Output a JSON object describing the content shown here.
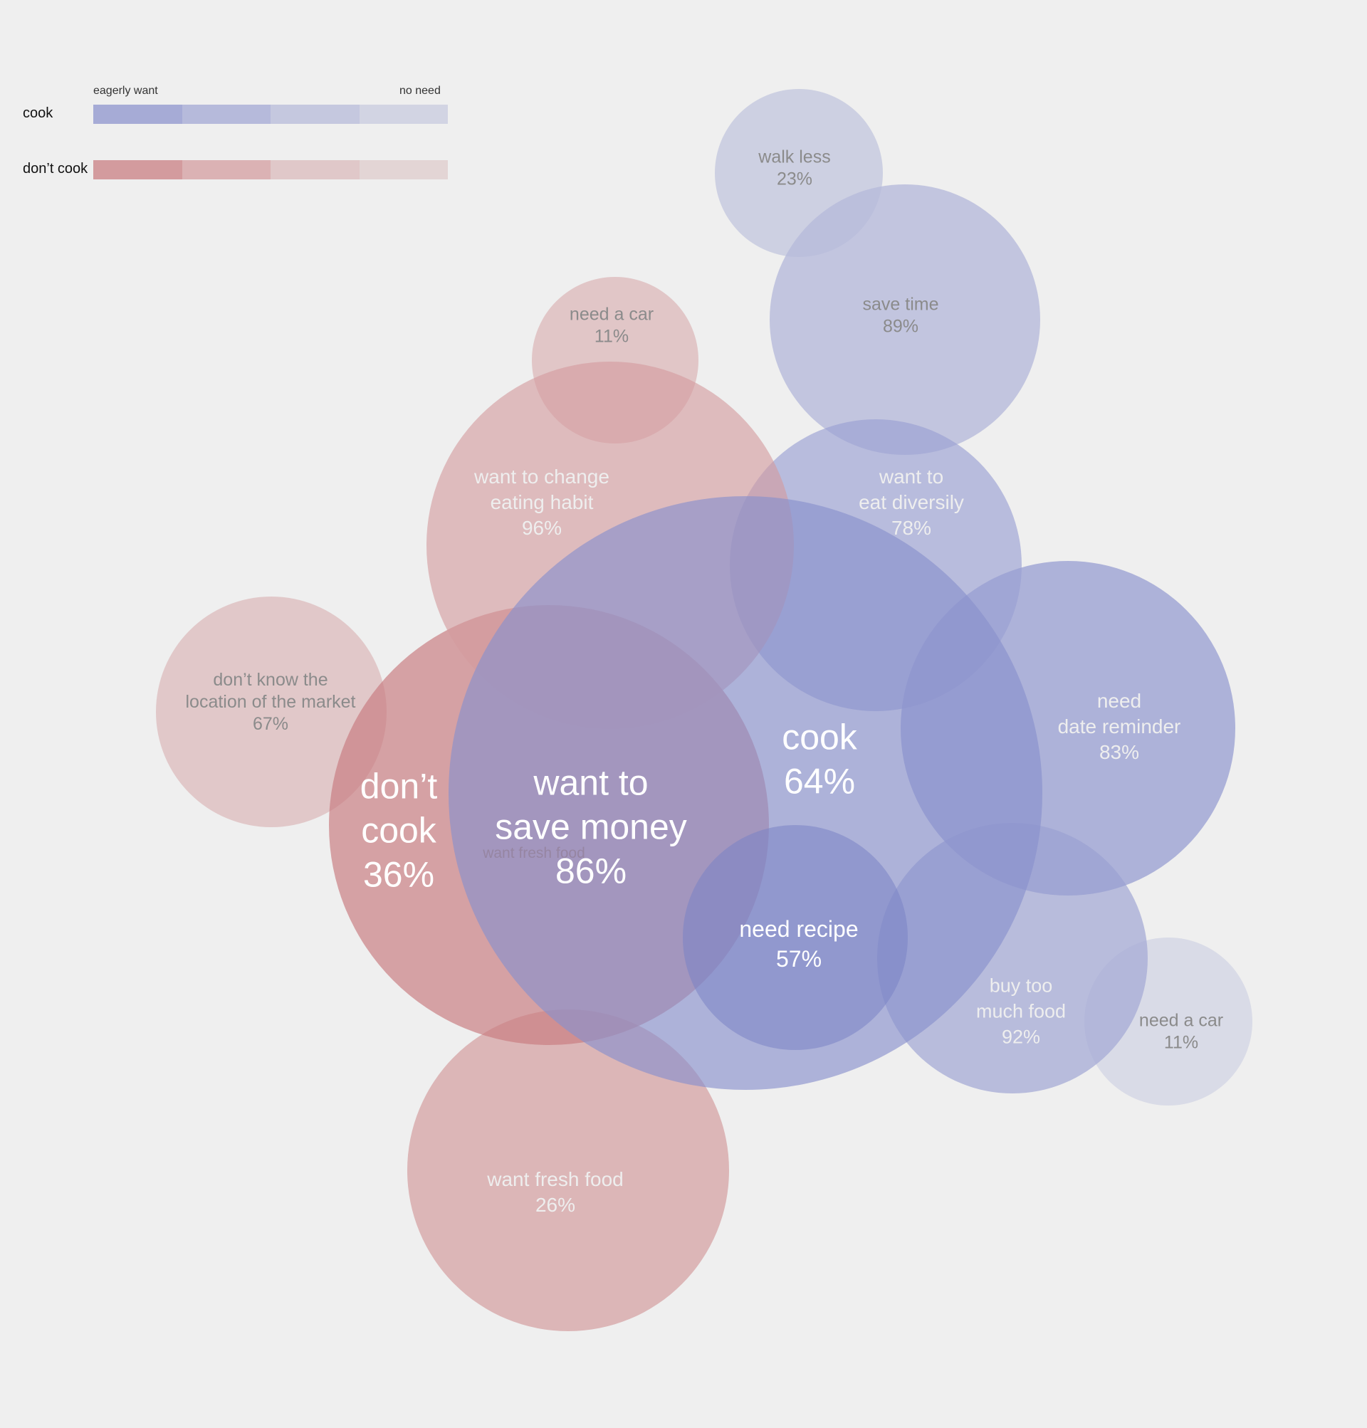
{
  "legend": {
    "start_label": "eagerly want",
    "end_label": "no need",
    "rows": [
      {
        "label": "cook",
        "swatches": [
          "#a6abd6",
          "#b6badb",
          "#c5c8df",
          "#d2d4e3"
        ]
      },
      {
        "label": "don’t cook",
        "swatches": [
          "#d39b9e",
          "#dbb2b4",
          "#e0c8c9",
          "#e3d5d5"
        ]
      }
    ]
  },
  "colors": {
    "cook": "#7f89c6",
    "dont_cook": "#c87c80",
    "background": "#efefef"
  },
  "bubbles": [
    {
      "id": "cook-need-a-car",
      "group": "cook",
      "lines": [
        "need a car"
      ],
      "value": "11%"
    },
    {
      "id": "cook-walk-less",
      "group": "cook",
      "lines": [
        "walk less"
      ],
      "value": "23%"
    },
    {
      "id": "cook-save-time",
      "group": "cook",
      "lines": [
        "save time"
      ],
      "value": "89%"
    },
    {
      "id": "cook-buy-too-much-food",
      "group": "cook",
      "lines": [
        "buy too",
        "much food"
      ],
      "value": "92%"
    },
    {
      "id": "cook-need-date-reminder",
      "group": "cook",
      "lines": [
        "need",
        "date reminder"
      ],
      "value": "83%"
    },
    {
      "id": "cook-want-to-eat-diversily",
      "group": "cook",
      "lines": [
        "want to",
        "eat diversily"
      ],
      "value": "78%"
    },
    {
      "id": "dont-cook-dont-know-location",
      "group": "dont_cook",
      "lines": [
        "don’t know the",
        "location of the market"
      ],
      "value": "67%"
    },
    {
      "id": "dont-cook-need-a-car",
      "group": "dont_cook",
      "lines": [
        "need a car"
      ],
      "value": "11%"
    },
    {
      "id": "dont-cook-want-fresh-food",
      "group": "dont_cook",
      "lines": [
        "want fresh food"
      ],
      "value": "26%"
    },
    {
      "id": "dont-cook-total",
      "group": "dont_cook",
      "lines": [
        "don’t",
        "cook"
      ],
      "value": "36%"
    },
    {
      "id": "dont-cook-want-to-change-eating-habit",
      "group": "dont_cook",
      "lines": [
        "want to change",
        "eating habit"
      ],
      "value": "96%"
    },
    {
      "id": "cook-total",
      "group": "cook",
      "lines": [
        "cook"
      ],
      "value": "64%"
    },
    {
      "id": "want-to-save-money",
      "group": "shared",
      "lines": [
        "want to",
        "save money"
      ],
      "value": "86%"
    },
    {
      "id": "cook-need-recipe",
      "group": "cook",
      "lines": [
        "need recipe"
      ],
      "value": "57%"
    }
  ],
  "hidden_label": "want fresh food"
}
